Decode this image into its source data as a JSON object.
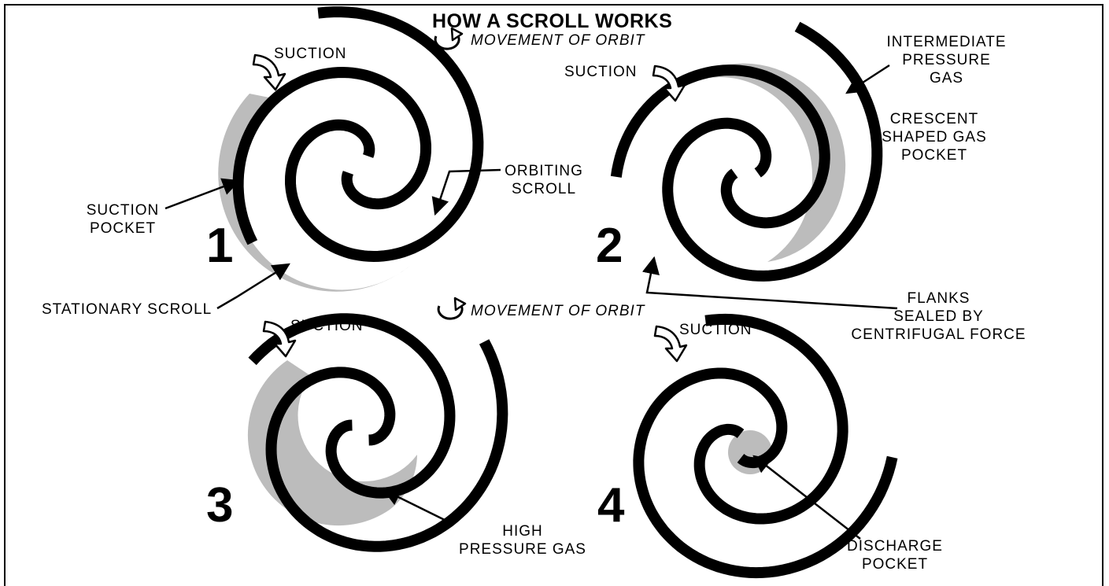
{
  "title": "HOW A SCROLL WORKS",
  "orbit_top": "MOVEMENT OF ORBIT",
  "orbit_mid": "MOVEMENT OF ORBIT",
  "stages": [
    "1",
    "2",
    "3",
    "4"
  ],
  "labels": {
    "suction_1": "SUCTION",
    "suction_2": "SUCTION",
    "suction_3": "SUCTION",
    "suction_4": "SUCTION",
    "suction_pocket": [
      "SUCTION",
      "POCKET"
    ],
    "stationary_scroll": "STATIONARY SCROLL",
    "orbiting_scroll": [
      "ORBITING",
      "SCROLL"
    ],
    "intermediate_pressure_gas": [
      "INTERMEDIATE",
      "PRESSURE",
      "GAS"
    ],
    "crescent_pocket": [
      "CRESCENT",
      "SHAPED GAS",
      "POCKET"
    ],
    "flanks_sealed": [
      "FLANKS",
      "SEALED BY",
      "CENTRIFUGAL FORCE"
    ],
    "high_pressure_gas": [
      "HIGH",
      "PRESSURE GAS"
    ],
    "discharge_pocket": [
      "DISCHARGE",
      "POCKET"
    ]
  },
  "colors": {
    "ink": "#000000",
    "gas": "#bcbcbc",
    "paper": "#ffffff"
  },
  "icons": [
    "orbit-arrow-icon",
    "suction-arrow-icon"
  ]
}
